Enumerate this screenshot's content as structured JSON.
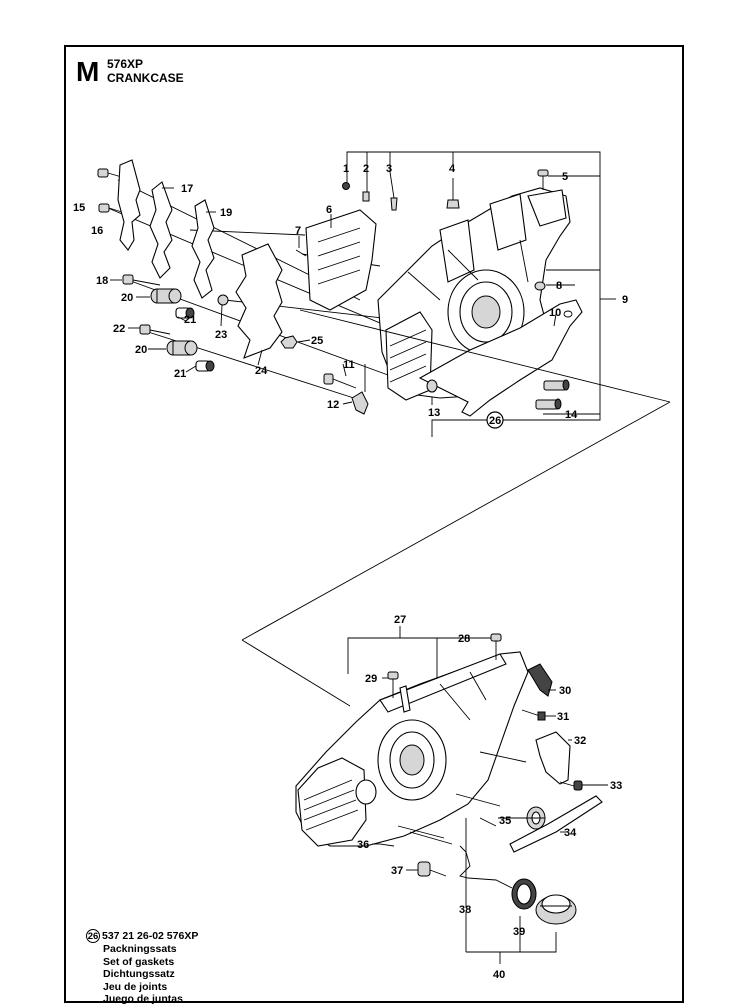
{
  "header": {
    "section_letter": "M",
    "model": "576XP",
    "section_name": "CRANKCASE"
  },
  "callouts": [
    "1",
    "2",
    "3",
    "4",
    "5",
    "6",
    "7",
    "8",
    "9",
    "10",
    "11",
    "12",
    "13",
    "14",
    "15",
    "16",
    "17",
    "18",
    "19",
    "20",
    "21",
    "22",
    "23",
    "24",
    "25",
    "26",
    "27",
    "28",
    "29",
    "30",
    "31",
    "32",
    "33",
    "34",
    "35",
    "36",
    "37",
    "38",
    "39",
    "40"
  ],
  "legend": {
    "ref": "26",
    "part_number": "537 21 26-02 576XP",
    "descriptions": [
      "Packningssats",
      "Set of gaskets",
      "Dichtungssatz",
      "Jeu de joints",
      "Juego de juntas"
    ]
  }
}
